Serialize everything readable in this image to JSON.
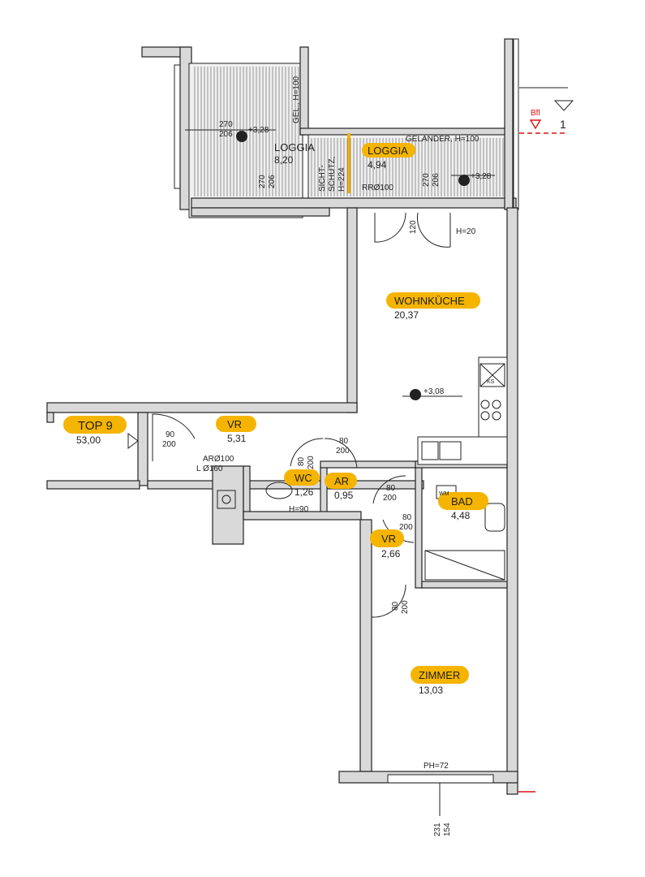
{
  "unit": {
    "name": "TOP 9",
    "area": "53,00"
  },
  "rooms": [
    {
      "name": "LOGGIA",
      "area": "8,20",
      "highlight": false
    },
    {
      "name": "LOGGIA",
      "area": "4,94",
      "highlight": true
    },
    {
      "name": "WOHNKÜCHE",
      "area": "20,37",
      "highlight": true
    },
    {
      "name": "VR",
      "area": "5,31",
      "highlight": true
    },
    {
      "name": "WC",
      "area": "1,26",
      "highlight": true
    },
    {
      "name": "AR",
      "area": "0,95",
      "highlight": true
    },
    {
      "name": "BAD",
      "area": "4,48",
      "highlight": true
    },
    {
      "name": "VR",
      "area": "2,66",
      "highlight": true
    },
    {
      "name": "ZIMMER",
      "area": "13,03",
      "highlight": true
    }
  ],
  "annotations": {
    "gel_h100": "GEL., H=100",
    "gelaender": "GELÄNDER, H=100",
    "sichtschutz_1": "SICHT-",
    "sichtschutz_2": "SCHUTZ,",
    "sichtschutz_3": "H=224",
    "rr": "RRØ100",
    "h20": "H=20",
    "level_1": "+3,28",
    "level_2": "+3,28",
    "level_3": "+3,08",
    "ar_duct_1": "ARØ100",
    "ar_duct_2": "L Ø160",
    "h90": "H=90",
    "ph": "PH=72",
    "ks": "KS",
    "wm": "WM",
    "bfl": "Bfl",
    "section": "1"
  },
  "dimensions": {
    "w1_a": "270",
    "w1_b": "206",
    "w2_a": "270",
    "w2_b": "206",
    "w3_a": "270",
    "w3_b": "206",
    "door_loggia": "120",
    "door_entry_a": "90",
    "door_entry_b": "200",
    "door_vr_a": "80",
    "door_vr_b": "200",
    "door_wc_a": "80",
    "door_wc_b": "200",
    "door_ar_a": "80",
    "door_ar_b": "200",
    "door_bad_a": "80",
    "door_bad_b": "200",
    "door_zimmer_a": "80",
    "door_zimmer_b": "200",
    "win_a": "231",
    "win_b": "154"
  },
  "colors": {
    "highlight": "#f5b400",
    "wall": "#222222",
    "section_marker": "#dd1111"
  }
}
